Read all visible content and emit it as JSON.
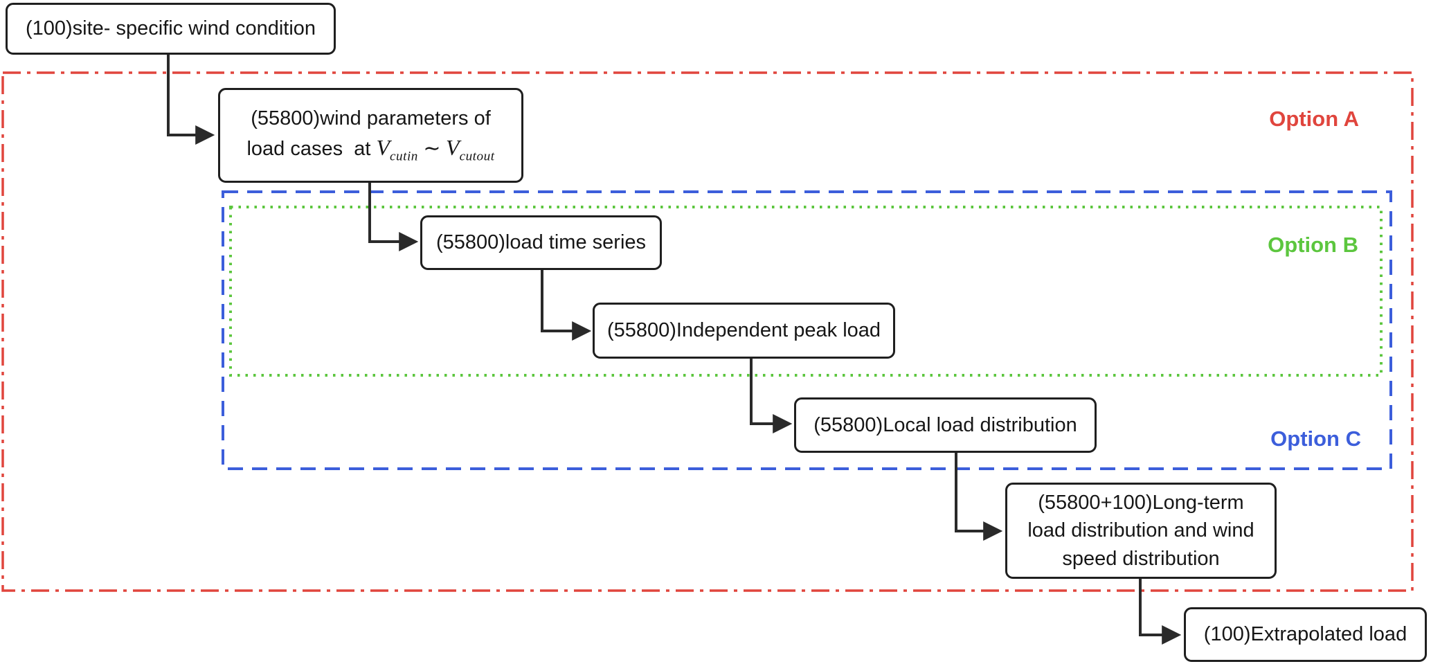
{
  "diagram": {
    "nodes": {
      "site_wind": {
        "label": "(100)site- specific wind condition"
      },
      "wind_parameters": {
        "line1": "(55800)wind parameters of",
        "line2_prefix": "load cases  at ",
        "v_symbol_1": "V",
        "sub_cutin": "cutin",
        "tilde": " ∼ ",
        "v_symbol_2": "V",
        "sub_cutout": "cutout"
      },
      "load_time_series": {
        "label": "(55800)load time series"
      },
      "independent_peak_load": {
        "label": "(55800)Independent peak load"
      },
      "local_load_distribution": {
        "label": "(55800)Local load distribution"
      },
      "long_term": {
        "line1": "(55800+100)Long-term",
        "line2": "load distribution and wind",
        "line3": "speed distribution"
      },
      "extrapolated_load": {
        "label": "(100)Extrapolated load"
      }
    },
    "options": {
      "a": {
        "label": "Option A",
        "color": "#e0453d"
      },
      "b": {
        "label": "Option B",
        "color": "#5cc63e"
      },
      "c": {
        "label": "Option C",
        "color": "#3c5edb"
      }
    },
    "line_color": "#2a2a2a",
    "box_border_color": "#1f1f1f"
  }
}
